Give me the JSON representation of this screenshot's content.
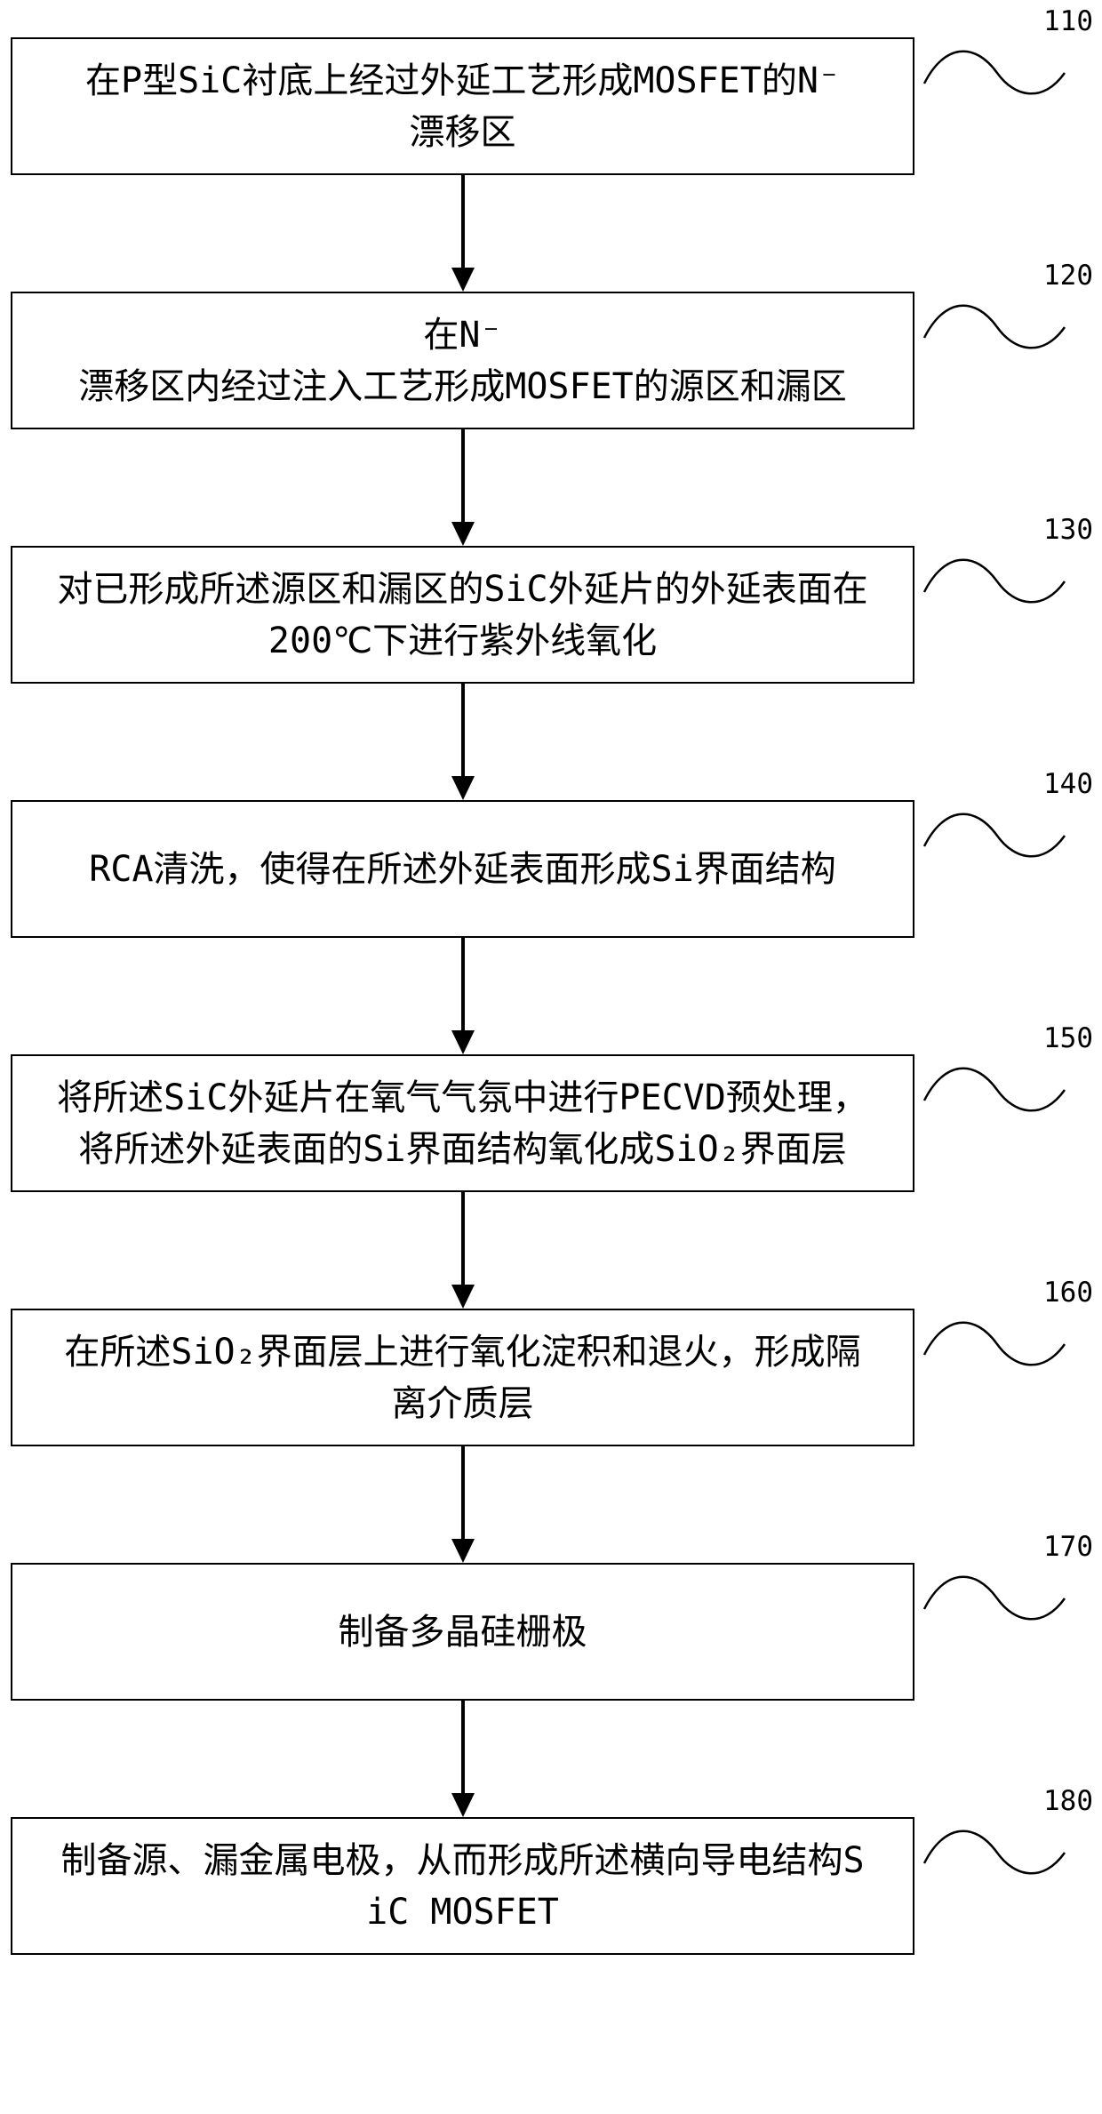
{
  "figure": {
    "type": "flowchart",
    "colors": {
      "ink": "#000000",
      "background": "#ffffff"
    },
    "steps": [
      {
        "ref": "110",
        "lines": [
          "在P型SiC衬底上经过外延工艺形成MOSFET的N⁻",
          "漂移区"
        ]
      },
      {
        "ref": "120",
        "lines": [
          "在N⁻",
          "漂移区内经过注入工艺形成MOSFET的源区和漏区"
        ]
      },
      {
        "ref": "130",
        "lines": [
          "对已形成所述源区和漏区的SiC外延片的外延表面在",
          "200℃下进行紫外线氧化"
        ]
      },
      {
        "ref": "140",
        "lines": [
          "RCA清洗，使得在所述外延表面形成Si界面结构"
        ]
      },
      {
        "ref": "150",
        "lines": [
          "将所述SiC外延片在氧气气氛中进行PECVD预处理，",
          "将所述外延表面的Si界面结构氧化成SiO₂界面层"
        ]
      },
      {
        "ref": "160",
        "lines": [
          "在所述SiO₂界面层上进行氧化淀积和退火，形成隔",
          "离介质层"
        ]
      },
      {
        "ref": "170",
        "lines": [
          "制备多晶硅栅极"
        ]
      },
      {
        "ref": "180",
        "lines": [
          "制备源、漏金属电极，从而形成所述横向导电结构S",
          "iC MOSFET"
        ]
      }
    ]
  }
}
